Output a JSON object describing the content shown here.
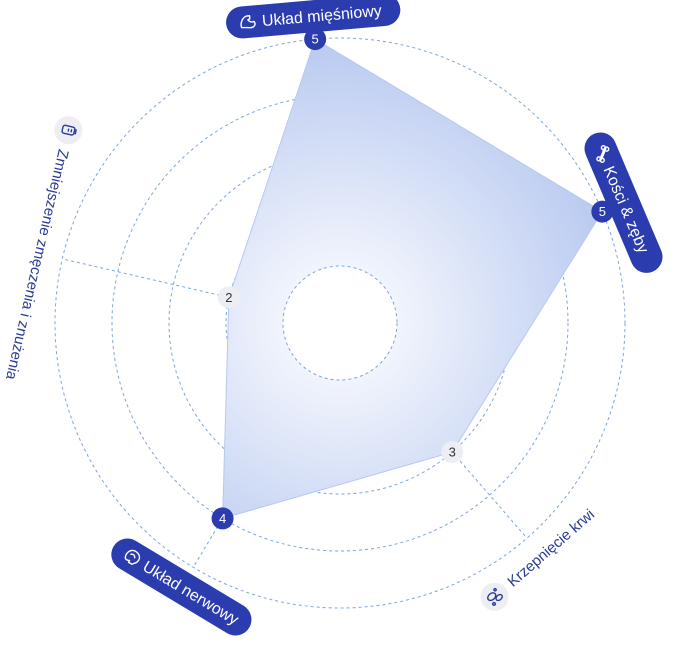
{
  "chart_data": {
    "type": "radar",
    "scale_max": 5,
    "rings": 5,
    "grid": "dashed-circles",
    "categories": [
      {
        "label": "Układ mięśniowy",
        "value": 5,
        "highlighted": true,
        "icon": "muscle-arm-icon"
      },
      {
        "label": "Kości & zęby",
        "value": 5,
        "highlighted": true,
        "icon": "bone-icon"
      },
      {
        "label": "Krzepnięcie krwi",
        "value": 3,
        "highlighted": false,
        "icon": "blood-cells-icon"
      },
      {
        "label": "Układ nerwowy",
        "value": 4,
        "highlighted": true,
        "icon": "brain-icon"
      },
      {
        "label": "Zmniejszenie zmęczenia i znużenia",
        "value": 2,
        "highlighted": false,
        "icon": "battery-icon"
      }
    ]
  },
  "colors": {
    "accent": "#2b3cae",
    "grid": "#5b8fd6",
    "area_outer": "#b7c8f0",
    "area_inner": "#ffffff",
    "muted_badge": "#eceef3",
    "muted_text": "#2e3440",
    "label_text": "#2a3a93"
  }
}
